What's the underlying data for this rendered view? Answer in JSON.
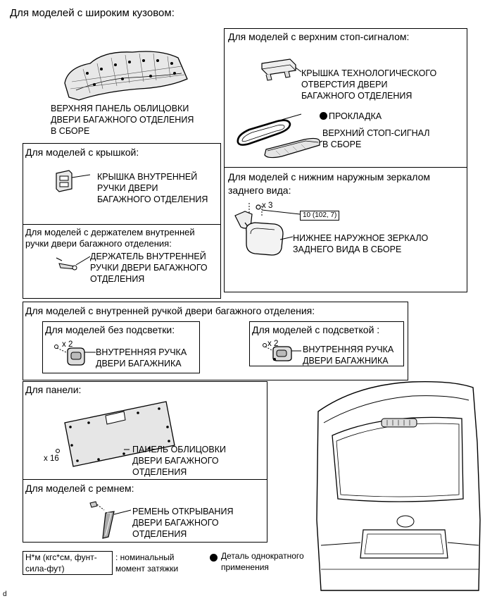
{
  "page_title": "Для моделей с широким кузовом:",
  "upper_panel": {
    "lines": [
      "ВЕРХНЯЯ ПАНЕЛЬ ОБЛИЦОВКИ",
      "ДВЕРИ БАГАЖНОГО ОТДЕЛЕНИЯ",
      "В СБОРЕ"
    ]
  },
  "stop_signal_section": {
    "header": "Для моделей с верхним стоп-сигналом:",
    "hole_cover": [
      "КРЫШКА ТЕХНОЛОГИЧЕСКОГО",
      "ОТВЕРСТИЯ ДВЕРИ",
      "БАГАЖНОГО ОТДЕЛЕНИЯ"
    ],
    "gasket": "ПРОКЛАДКА",
    "stop_lamp": [
      "ВЕРХНИЙ СТОП-СИГНАЛ",
      "В СБОРЕ"
    ]
  },
  "mirror_section": {
    "header": [
      "Для моделей с нижним наружным зеркалом",
      "заднего вида:"
    ],
    "qty": "x 3",
    "torque": "10 (102, 7)",
    "label": [
      "НИЖНЕЕ НАРУЖНОЕ ЗЕРКАЛО",
      "ЗАДНЕГО ВИДА В СБОРЕ"
    ]
  },
  "cover_section": {
    "header": "Для моделей с крышкой:",
    "label": [
      "КРЫШКА ВНУТРЕННЕЙ",
      "РУЧКИ ДВЕРИ",
      "БАГАЖНОГО ОТДЕЛЕНИЯ"
    ]
  },
  "holder_section": {
    "header": [
      "Для моделей с держателем внутренней",
      "ручки двери багажного отделения:"
    ],
    "label": [
      "ДЕРЖАТЕЛЬ ВНУТРЕННЕЙ",
      "РУЧКИ ДВЕРИ БАГАЖНОГО",
      "ОТДЕЛЕНИЯ"
    ]
  },
  "handle_section": {
    "header": "Для моделей с внутренней ручкой двери багажного отделения:",
    "no_light": {
      "header": "Для моделей без подсветки:",
      "qty": "x 2",
      "label": [
        "ВНУТРЕННЯЯ РУЧКА",
        "ДВЕРИ БАГАЖНИКА"
      ]
    },
    "with_light": {
      "header": "Для моделей с подсветкой :",
      "qty": "x 2",
      "label": [
        "ВНУТРЕННЯЯ РУЧКА",
        "ДВЕРИ БАГАЖНИКА"
      ]
    }
  },
  "panel_section": {
    "header": "Для панели:",
    "qty": "x 16",
    "label": [
      "ПАНЕЛЬ ОБЛИЦОВКИ",
      "ДВЕРИ БАГАЖНОГО",
      "ОТДЕЛЕНИЯ"
    ]
  },
  "strap_section": {
    "header": "Для моделей с ремнем:",
    "label": [
      "РЕМЕНЬ ОТКРЫВАНИЯ",
      "ДВЕРИ БАГАЖНОГО",
      "ОТДЕЛЕНИЯ"
    ]
  },
  "legend": {
    "torque_box": [
      "Н*м (кгс*см, фунт-",
      "сила-фут)"
    ],
    "torque_desc": [
      ": номинальный",
      "момент затяжки"
    ],
    "nonreusable": [
      "Деталь однократного",
      "применения"
    ]
  },
  "corner_mark": "d"
}
